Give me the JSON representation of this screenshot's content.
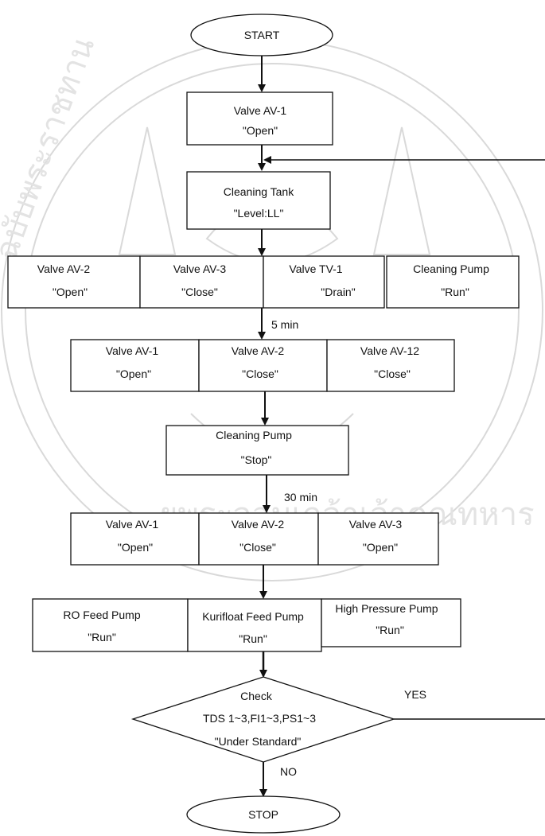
{
  "watermark": {
    "text_top_left": "ฉบับพระราชทาน",
    "text_bottom": "ยพระจอมเกล้าเจ้าคุณทหาร"
  },
  "nodes": {
    "start": "START",
    "valve_av1_open_1": [
      "Valve  AV-1",
      "\"Open\""
    ],
    "cleaning_tank": [
      "Cleaning Tank",
      "\"Level:LL\""
    ],
    "row1": [
      [
        "Valve  AV-2",
        "\"Open\""
      ],
      [
        "Valve  AV-3",
        "\"Close\""
      ],
      [
        "Valve  TV-1",
        "\"Drain\""
      ],
      [
        "Cleaning Pump",
        "\"Run\""
      ]
    ],
    "row2": [
      [
        "Valve  AV-1",
        "\"Open\""
      ],
      [
        "Valve  AV-2",
        "\"Close\""
      ],
      [
        "Valve  AV-12",
        "\"Close\""
      ]
    ],
    "cleaning_pump_stop": [
      "Cleaning Pump",
      "\"Stop\""
    ],
    "row3": [
      [
        "Valve  AV-1",
        "\"Open\""
      ],
      [
        "Valve  AV-2",
        "\"Close\""
      ],
      [
        "Valve  AV-3",
        "\"Open\""
      ]
    ],
    "row4": [
      [
        "RO Feed Pump",
        "\"Run\""
      ],
      [
        "Kurifloat Feed Pump",
        "\"Run\""
      ],
      [
        "High Pressure Pump",
        "\"Run\""
      ]
    ],
    "check": [
      "Check",
      "TDS 1~3,FI1~3,PS1~3",
      "\"Under Standard\""
    ],
    "stop": "STOP"
  },
  "edge_labels": {
    "five_min": "5 min",
    "thirty_min": "30 min",
    "yes": "YES",
    "no": "NO"
  }
}
